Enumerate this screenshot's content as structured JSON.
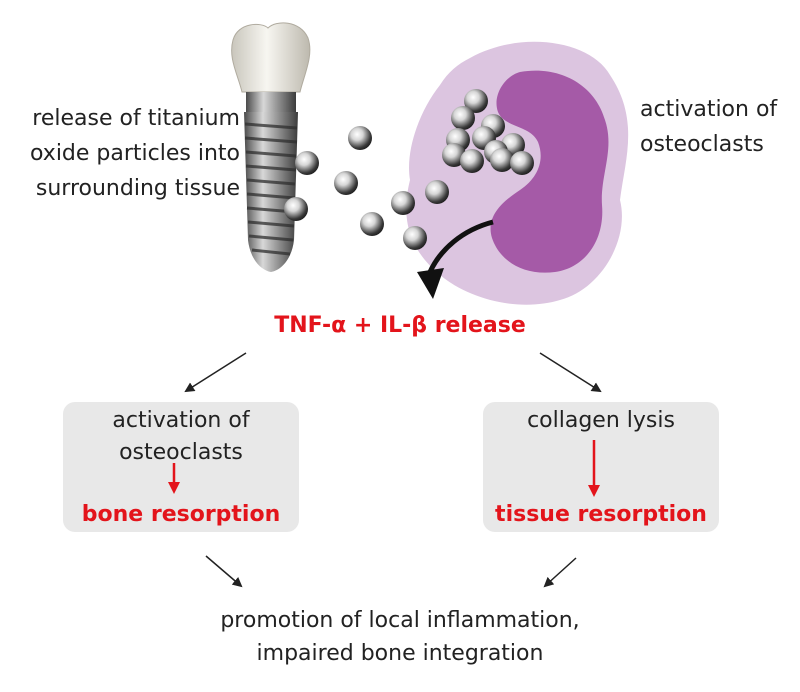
{
  "labels": {
    "release_line1": "release of titanium",
    "release_line2": "oxide particles into",
    "release_line3": "surrounding tissue",
    "activation_line1": "activation of",
    "activation_line2": "osteoclasts",
    "center": "TNF-α + IL-β release",
    "left_box_line1": "activation of",
    "left_box_line2": "osteoclasts",
    "left_box_result": "bone resorption",
    "right_box_line1": "collagen lysis",
    "right_box_result": "tissue resorption",
    "bottom_line1": "promotion of local inflammation,",
    "bottom_line2": "impaired bone integration"
  },
  "colors": {
    "accent_red": "#e3141b",
    "text": "#222222",
    "box_fill": "#e8e8e8",
    "cell_outer": "#dcc5e0",
    "cell_nucleus": "#a55aa7"
  },
  "icons": [
    "dental-implant-icon",
    "titanium-particle-icon",
    "osteoclast-cell-icon",
    "curved-arrow-icon"
  ]
}
